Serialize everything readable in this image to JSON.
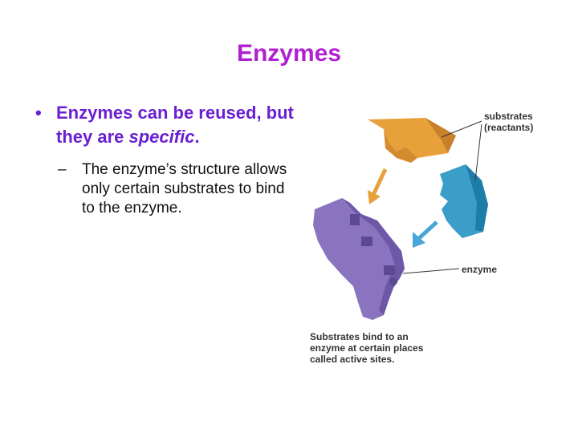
{
  "slide": {
    "title": "Enzymes",
    "bullet": {
      "marker": "•",
      "text_before": "Enzymes can be reused, but they are ",
      "text_emphasis": "specific",
      "text_after": "."
    },
    "sub_bullet": {
      "marker": "–",
      "text": "The enzyme’s structure allows only certain substrates to bind to the enzyme."
    }
  },
  "diagram": {
    "label_substrates_line1": "substrates",
    "label_substrates_line2": "(reactants)",
    "label_enzyme": "enzyme",
    "caption_line1": "Substrates bind to an",
    "caption_line2": "enzyme at certain places",
    "caption_line3": "called active sites.",
    "colors": {
      "substrate_orange": "#e8a03a",
      "substrate_blue": "#3a9ec8",
      "enzyme_purple": "#8a74c0",
      "arrow_orange": "#e8a03a",
      "arrow_blue": "#4aa6d6"
    }
  }
}
